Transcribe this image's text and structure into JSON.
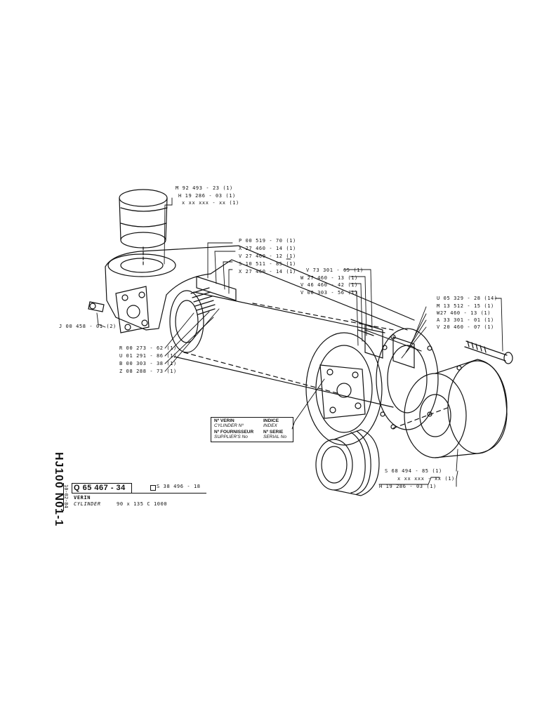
{
  "callouts": {
    "m92493": "M 92 493 - 23 (1)",
    "h19286_top": "H 19 286 - 03 (1)",
    "xx_top": "x xx xxx - xx (1)",
    "p00519": "P 00 519 - 70 (1)",
    "x27460_14a": "X 27 460 - 14 (1)",
    "v27460_12": "V 27 460 - 12 (1)",
    "s10511": "S 10 511 - 85 (1)",
    "x27460_14b": "X 27 460 - 14 (1)",
    "v73301": "V 73 301 - 65 (1)",
    "w27460_13a": "W 27 460 - 13 (1)",
    "v46460": "V 46 460 - 42 (1)",
    "v00303": "V 00 303 - 56 (1)",
    "u05329": "U 05 329 - 28 (14)",
    "m13512": "M 13 512 - 15 (1)",
    "w27460_13b": "W27 460 - 13 (1)",
    "a33301": "A 33 301 - 01 (1)",
    "v20460": "V 20 460 - 07 (1)",
    "j00458": "J 00 458 - 01 (2)",
    "r00273": "R 00 273 - 62 (1)",
    "u01291": "U 01 291 - 86 (1)",
    "b00303": "B 00 303 - 38 (1)",
    "z08288": "Z 08 288 - 73 (1)",
    "s68494": "S 68 494 - 85 (1)",
    "xx_bottom": "x xx xxx - xx (1)",
    "h19286_bottom": "H 19 286 - 03 (1)"
  },
  "plate": {
    "verin": "Nº VERIN",
    "cylinder_no": "CYLINDER Nº",
    "fournisseur": "Nº FOURNISSEUR",
    "suppliers_no": "SUPPLIER'S No",
    "indice": "INDICE",
    "index": "INDEX",
    "serie": "Nº SERIE",
    "serial_no": "SERIAL No"
  },
  "titleblock": {
    "vertical_code": "HJ100 N01-1",
    "date": "10-02-84",
    "part_no": "Q 65 467 - 34",
    "ref": "S 38 496 - 18",
    "name_fr": "VERIN",
    "name_en": "CYLINDER",
    "spec": "90 x 135  C 1000"
  }
}
